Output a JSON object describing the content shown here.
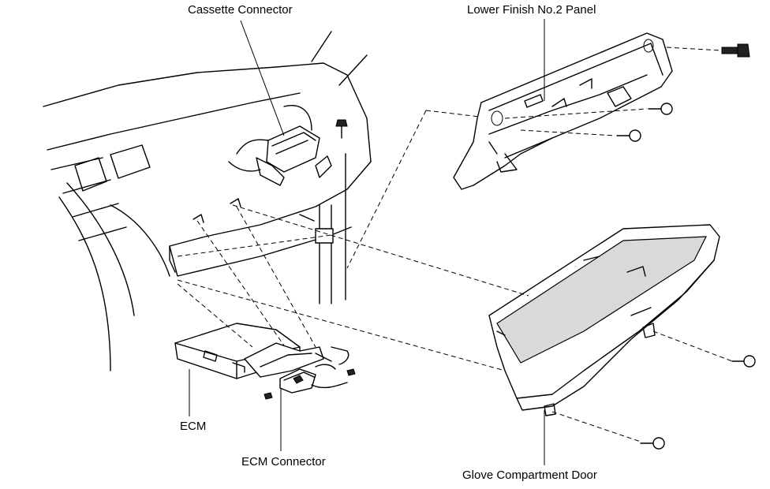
{
  "labels": {
    "cassette_connector": "Cassette Connector",
    "lower_finish_panel": "Lower Finish No.2 Panel",
    "ecm": "ECM",
    "ecm_connector": "ECM Connector",
    "glove_compartment_door": "Glove Compartment Door"
  }
}
